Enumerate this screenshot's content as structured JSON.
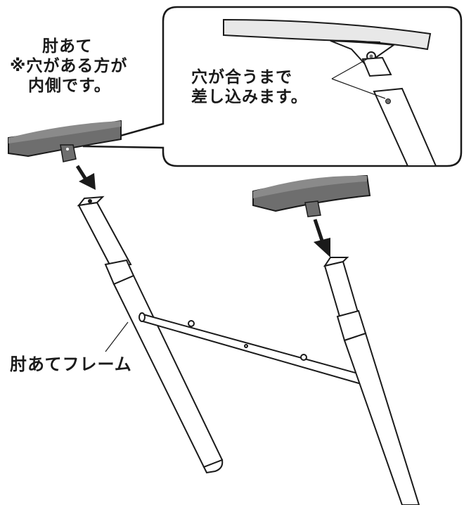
{
  "labels": {
    "armrest_note_title": "肘あて",
    "armrest_note_line1": "※穴がある方が",
    "armrest_note_line2": "内側です。",
    "callout_line1": "穴が合うまで",
    "callout_line2": "差し込みます。",
    "frame_label": "肘あてフレーム"
  },
  "colors": {
    "armrest_pad": "#6e6e6e",
    "armrest_pad_top": "#8a8a8a",
    "line": "#1a1a1a",
    "arrow": "#1a1a1a"
  },
  "icons": [
    "down-arrow-icon",
    "down-arrow-icon"
  ]
}
